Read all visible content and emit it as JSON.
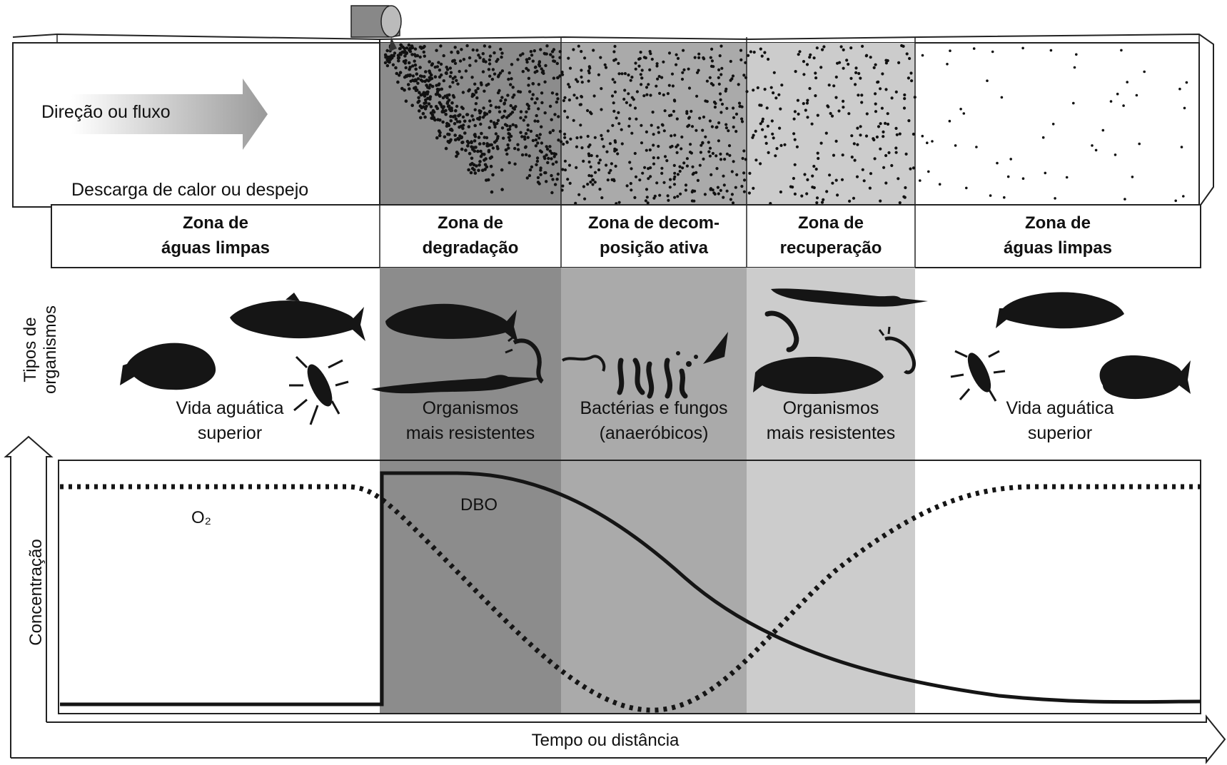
{
  "flow_label": "Direção ou fluxo",
  "discharge_label": "Descarga de calor ou despejo",
  "organisms_axis_label": [
    "Tipos de",
    "organismos"
  ],
  "concentration_axis_label": "Concentração",
  "time_axis_label": "Tempo ou distância",
  "zones": [
    {
      "title": [
        "Zona de",
        "águas limpas"
      ],
      "organisms": [
        "Vida aguática",
        "superior"
      ],
      "shade": "#ffffff"
    },
    {
      "title": [
        "Zona de",
        "degradação"
      ],
      "organisms": [
        "Organismos",
        "mais resistentes"
      ],
      "shade": "#8c8c8c"
    },
    {
      "title": [
        "Zona de decom-",
        "posição ativa"
      ],
      "organisms": [
        "Bactérias e fungos",
        "(anaeróbicos)"
      ],
      "shade": "#aaaaaa"
    },
    {
      "title": [
        "Zona de",
        "recuperação"
      ],
      "organisms": [
        "Organismos",
        "mais resistentes"
      ],
      "shade": "#cccccc"
    },
    {
      "title": [
        "Zona de",
        "águas limpas"
      ],
      "organisms": [
        "Vida aguática",
        "superior"
      ],
      "shade": "#ffffff"
    }
  ],
  "curves": {
    "o2_label": "O₂",
    "dbo_label": "DBO"
  },
  "colors": {
    "degradation": "#8c8c8c",
    "decomposition": "#aaaaaa",
    "recovery": "#cccccc",
    "ink": "#111111"
  }
}
